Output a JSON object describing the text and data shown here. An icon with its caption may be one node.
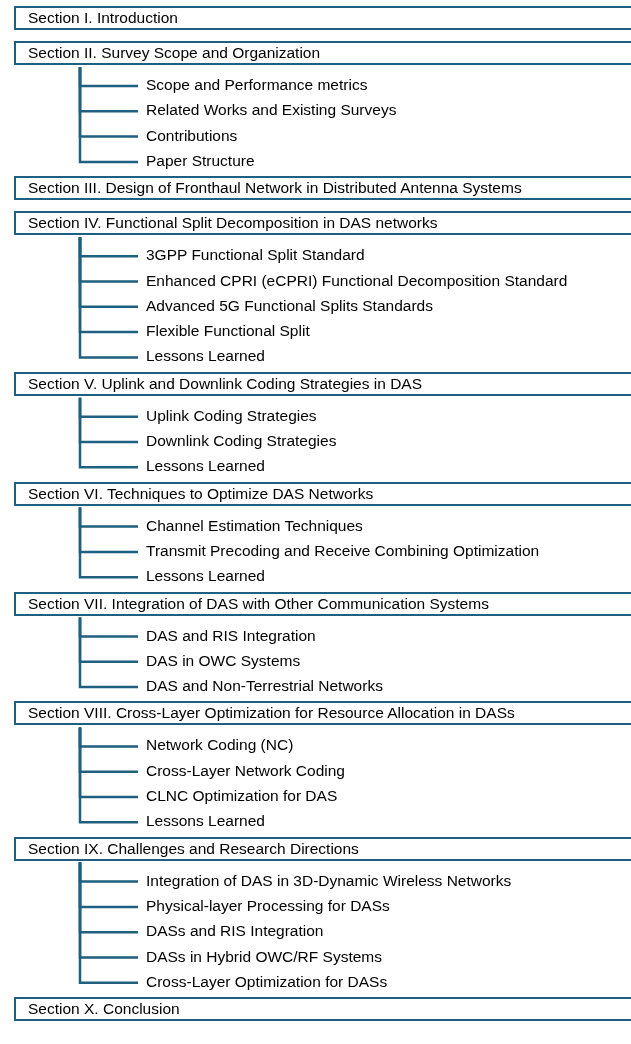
{
  "diagram": {
    "nodes": [
      {
        "text": [
          "Section I. Introduction"
        ]
      },
      {
        "text": [
          "Section II. Survey Scope and Organization"
        ]
      },
      {
        "text": [
          "Scope and Performance metrics"
        ]
      },
      {
        "text": [
          "Related Works and Existing Surveys"
        ]
      },
      {
        "text": [
          "Contributions"
        ]
      },
      {
        "text": [
          "Paper Structure"
        ]
      },
      {
        "text": [
          "Section III. Design of Fronthaul Network in Distributed Antenna Systems"
        ]
      },
      {
        "text": [
          "Section IV. Functional Split Decomposition in DAS networks"
        ]
      },
      {
        "text": [
          "3GPP Functional Split Standard"
        ]
      },
      {
        "text": [
          "Enhanced CPRI (eCPRI) Functional Decomposition Standard"
        ]
      },
      {
        "text": [
          "Advanced 5G Functional Splits Standards"
        ]
      },
      {
        "text": [
          "Flexible Functional Split"
        ]
      },
      {
        "text": [
          "Lessons Learned"
        ]
      },
      {
        "text": [
          "Section V. Uplink and Downlink Coding Strategies in DAS"
        ]
      },
      {
        "text": [
          "Uplink Coding Strategies"
        ]
      },
      {
        "text": [
          "Downlink Coding Strategies"
        ]
      },
      {
        "text": [
          "Lessons Learned"
        ]
      },
      {
        "text": [
          "Section VI. Techniques to Optimize DAS Networks"
        ]
      },
      {
        "text": [
          "Channel Estimation Techniques"
        ]
      },
      {
        "text": [
          "Transmit Precoding and Receive Combining Optimization"
        ]
      },
      {
        "text": [
          "Lessons Learned"
        ]
      },
      {
        "text": [
          "Section VII. Integration of DAS with Other Communication Systems"
        ]
      },
      {
        "text": [
          "DAS and RIS Integration"
        ]
      },
      {
        "text": [
          "DAS in OWC Systems"
        ]
      },
      {
        "text": [
          "DAS and Non-Terrestrial Networks"
        ]
      },
      {
        "text": [
          "Section VIII. Cross-Layer Optimization for Resource Allocation in DASs"
        ]
      },
      {
        "text": [
          "Network Coding (NC)"
        ]
      },
      {
        "text": [
          "Cross-Layer Network Coding"
        ]
      },
      {
        "text": [
          "CLNC Optimization for DAS"
        ]
      },
      {
        "text": [
          "Lessons Learned"
        ]
      },
      {
        "text": [
          "Section IX. Challenges and Research Directions"
        ]
      },
      {
        "text": [
          "Integration of DAS in 3D-Dynamic Wireless Networks"
        ]
      },
      {
        "text": [
          "Physical-layer Processing for DASs"
        ]
      },
      {
        "text": [
          "DASs and RIS Integration"
        ]
      },
      {
        "text": [
          "DASs in Hybrid OWC/RF Systems"
        ]
      },
      {
        "text": [
          "Cross-Layer Optimization for DASs"
        ]
      },
      {
        "text": [
          "Section X. Conclusion"
        ]
      }
    ],
    "edges": [
      {
        "from": 1,
        "to": 2,
        "arrow": "none"
      },
      {
        "from": 1,
        "to": 3,
        "arrow": "none"
      },
      {
        "from": 1,
        "to": 4,
        "arrow": "none"
      },
      {
        "from": 1,
        "to": 5,
        "arrow": "none"
      },
      {
        "from": 7,
        "to": 8,
        "arrow": "none"
      },
      {
        "from": 7,
        "to": 9,
        "arrow": "none"
      },
      {
        "from": 7,
        "to": 10,
        "arrow": "none"
      },
      {
        "from": 7,
        "to": 11,
        "arrow": "none"
      },
      {
        "from": 7,
        "to": 12,
        "arrow": "none"
      },
      {
        "from": 13,
        "to": 14,
        "arrow": "none"
      },
      {
        "from": 13,
        "to": 15,
        "arrow": "none"
      },
      {
        "from": 13,
        "to": 16,
        "arrow": "none"
      },
      {
        "from": 17,
        "to": 18,
        "arrow": "none"
      },
      {
        "from": 17,
        "to": 19,
        "arrow": "none"
      },
      {
        "from": 17,
        "to": 20,
        "arrow": "none"
      },
      {
        "from": 21,
        "to": 22,
        "arrow": "none"
      },
      {
        "from": 21,
        "to": 23,
        "arrow": "none"
      },
      {
        "from": 21,
        "to": 24,
        "arrow": "none"
      },
      {
        "from": 25,
        "to": 26,
        "arrow": "none"
      },
      {
        "from": 25,
        "to": 27,
        "arrow": "none"
      },
      {
        "from": 25,
        "to": 28,
        "arrow": "none"
      },
      {
        "from": 25,
        "to": 29,
        "arrow": "none"
      },
      {
        "from": 30,
        "to": 31,
        "arrow": "none"
      },
      {
        "from": 30,
        "to": 32,
        "arrow": "none"
      },
      {
        "from": 30,
        "to": 33,
        "arrow": "none"
      },
      {
        "from": 30,
        "to": 34,
        "arrow": "none"
      },
      {
        "from": 30,
        "to": 35,
        "arrow": "none"
      }
    ]
  }
}
